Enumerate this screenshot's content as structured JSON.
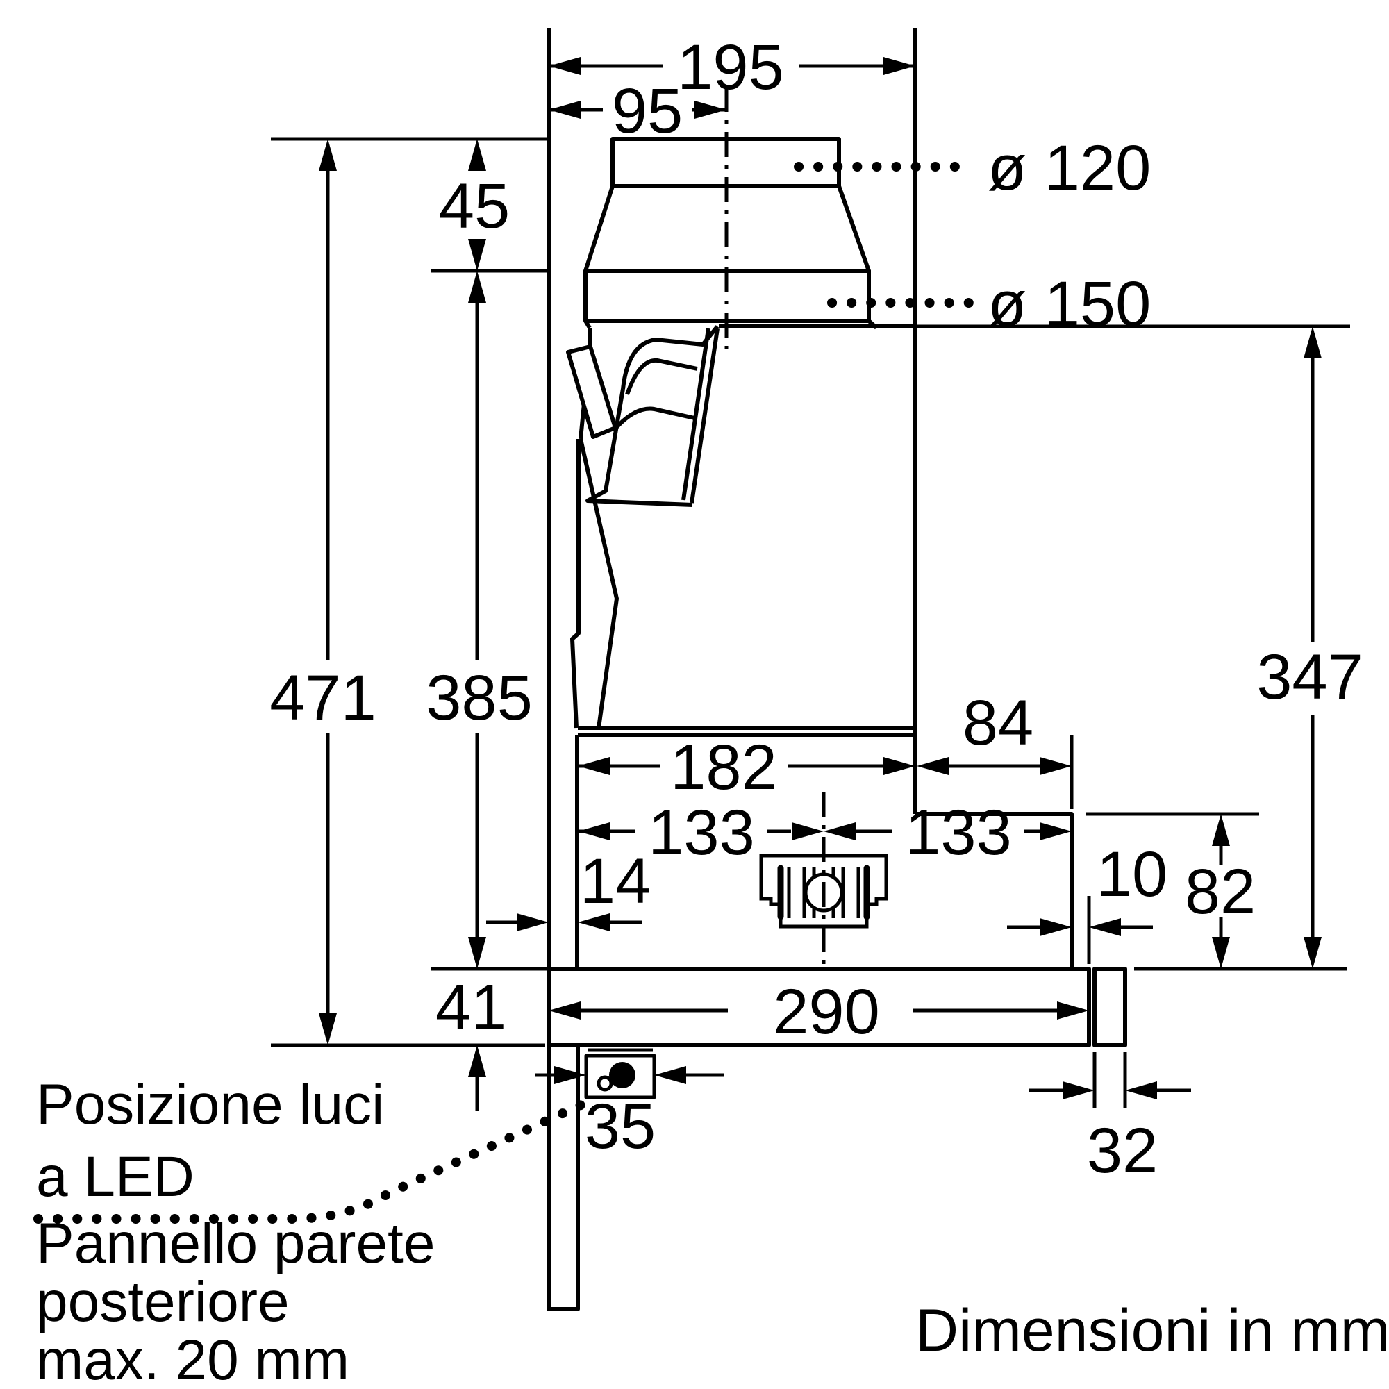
{
  "drawing": {
    "kind": "cooker-hood installation side view",
    "units_note": "Dimensioni in mm",
    "colors": {
      "line": "#000000",
      "background": "#ffffff"
    }
  },
  "dims": {
    "top_width": "195",
    "duct_offset": "95",
    "duct_height": "45",
    "dia_small": "ø 120",
    "dia_large": "ø 150",
    "total_height": "471",
    "body_height": "385",
    "front_height": "347",
    "step_depth": "84",
    "body_depth": "182",
    "left_half": "133",
    "right_half": "133",
    "wall_gap": "14",
    "front_gap": "10",
    "step_height": "82",
    "visor_height": "41",
    "visor_width": "290",
    "led_offset": "35",
    "endcap_width": "32"
  },
  "notes": {
    "led_line1": "Posizione luci",
    "led_line2": "a LED",
    "panel_line1": "Pannello parete",
    "panel_line2": "posteriore",
    "panel_line3": "max. 20 mm"
  }
}
